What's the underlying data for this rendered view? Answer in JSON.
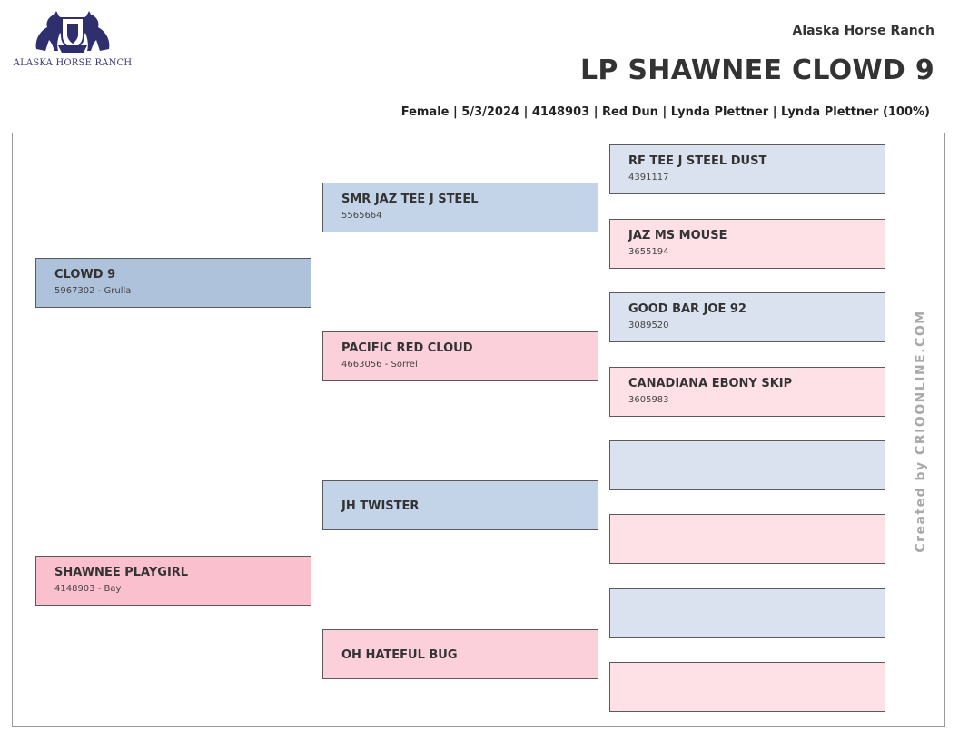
{
  "header": {
    "logo_text": "ALASKA HORSE RANCH",
    "ranch_name": "Alaska Horse Ranch",
    "horse_name": "LP SHAWNEE CLOWD 9",
    "summary": "Female | 5/3/2024 | 4148903 | Red Dun | Lynda Plettner | Lynda Plettner (100%)"
  },
  "watermark": "Created by CRIOONLINE.COM",
  "pedigree": {
    "sire": {
      "name": "CLOWD 9",
      "info": "5967302 - Grulla"
    },
    "dam": {
      "name": "SHAWNEE PLAYGIRL",
      "info": "4148903 - Bay"
    },
    "sire_sire": {
      "name": "SMR JAZ TEE J STEEL",
      "info": "5565664"
    },
    "sire_dam": {
      "name": "PACIFIC RED CLOUD",
      "info": "4663056 - Sorrel"
    },
    "dam_sire": {
      "name": "JH TWISTER",
      "info": ""
    },
    "dam_dam": {
      "name": "OH HATEFUL BUG",
      "info": ""
    },
    "ss_sire": {
      "name": "RF TEE J STEEL DUST",
      "info": "4391117"
    },
    "ss_dam": {
      "name": "JAZ MS MOUSE",
      "info": "3655194"
    },
    "sd_sire": {
      "name": "GOOD BAR JOE 92",
      "info": "3089520"
    },
    "sd_dam": {
      "name": "CANADIANA EBONY SKIP",
      "info": "3605983"
    },
    "ds_sire": {
      "name": "",
      "info": ""
    },
    "ds_dam": {
      "name": "",
      "info": ""
    },
    "dd_sire": {
      "name": "",
      "info": ""
    },
    "dd_dam": {
      "name": "",
      "info": ""
    }
  }
}
